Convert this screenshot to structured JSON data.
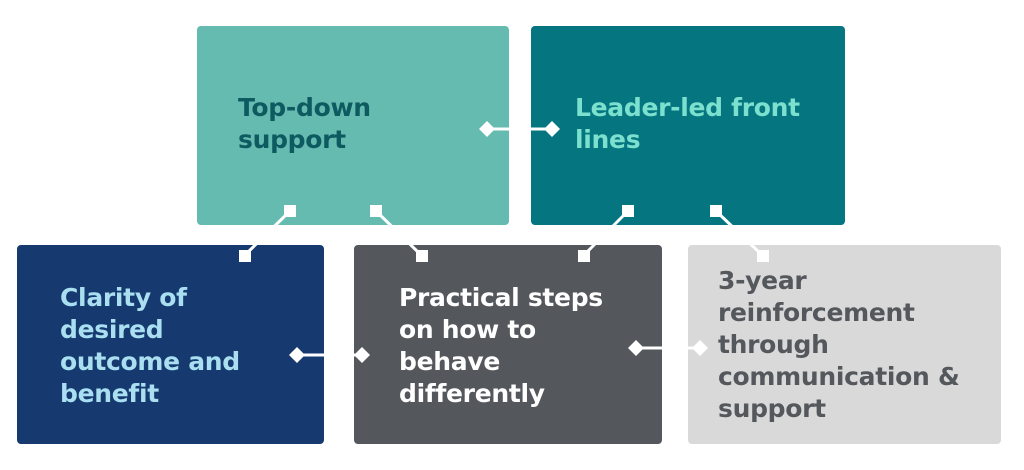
{
  "boxes": {
    "top_left": {
      "label": "Top-down\nsupport",
      "bg": "#65bbaf",
      "text_color": "#0d5a60"
    },
    "top_right": {
      "label": "Leader-led front\nlines",
      "bg": "#057680",
      "text_color": "#7ce0cf"
    },
    "bottom_left": {
      "label": "Clarity of\ndesired\noutcome and\nbenefit",
      "bg": "#163a70",
      "text_color": "#a9dff0"
    },
    "bottom_mid": {
      "label": "Practical steps\non how to\nbehave\ndifferently",
      "bg": "#54575c",
      "text_color": "#ffffff"
    },
    "bottom_right": {
      "label": "3-year\nreinforcement\nthrough\ncommunication &\nsupport",
      "bg": "#d9d9d9",
      "text_color": "#54575c"
    }
  },
  "connector_color": "#ffffff"
}
